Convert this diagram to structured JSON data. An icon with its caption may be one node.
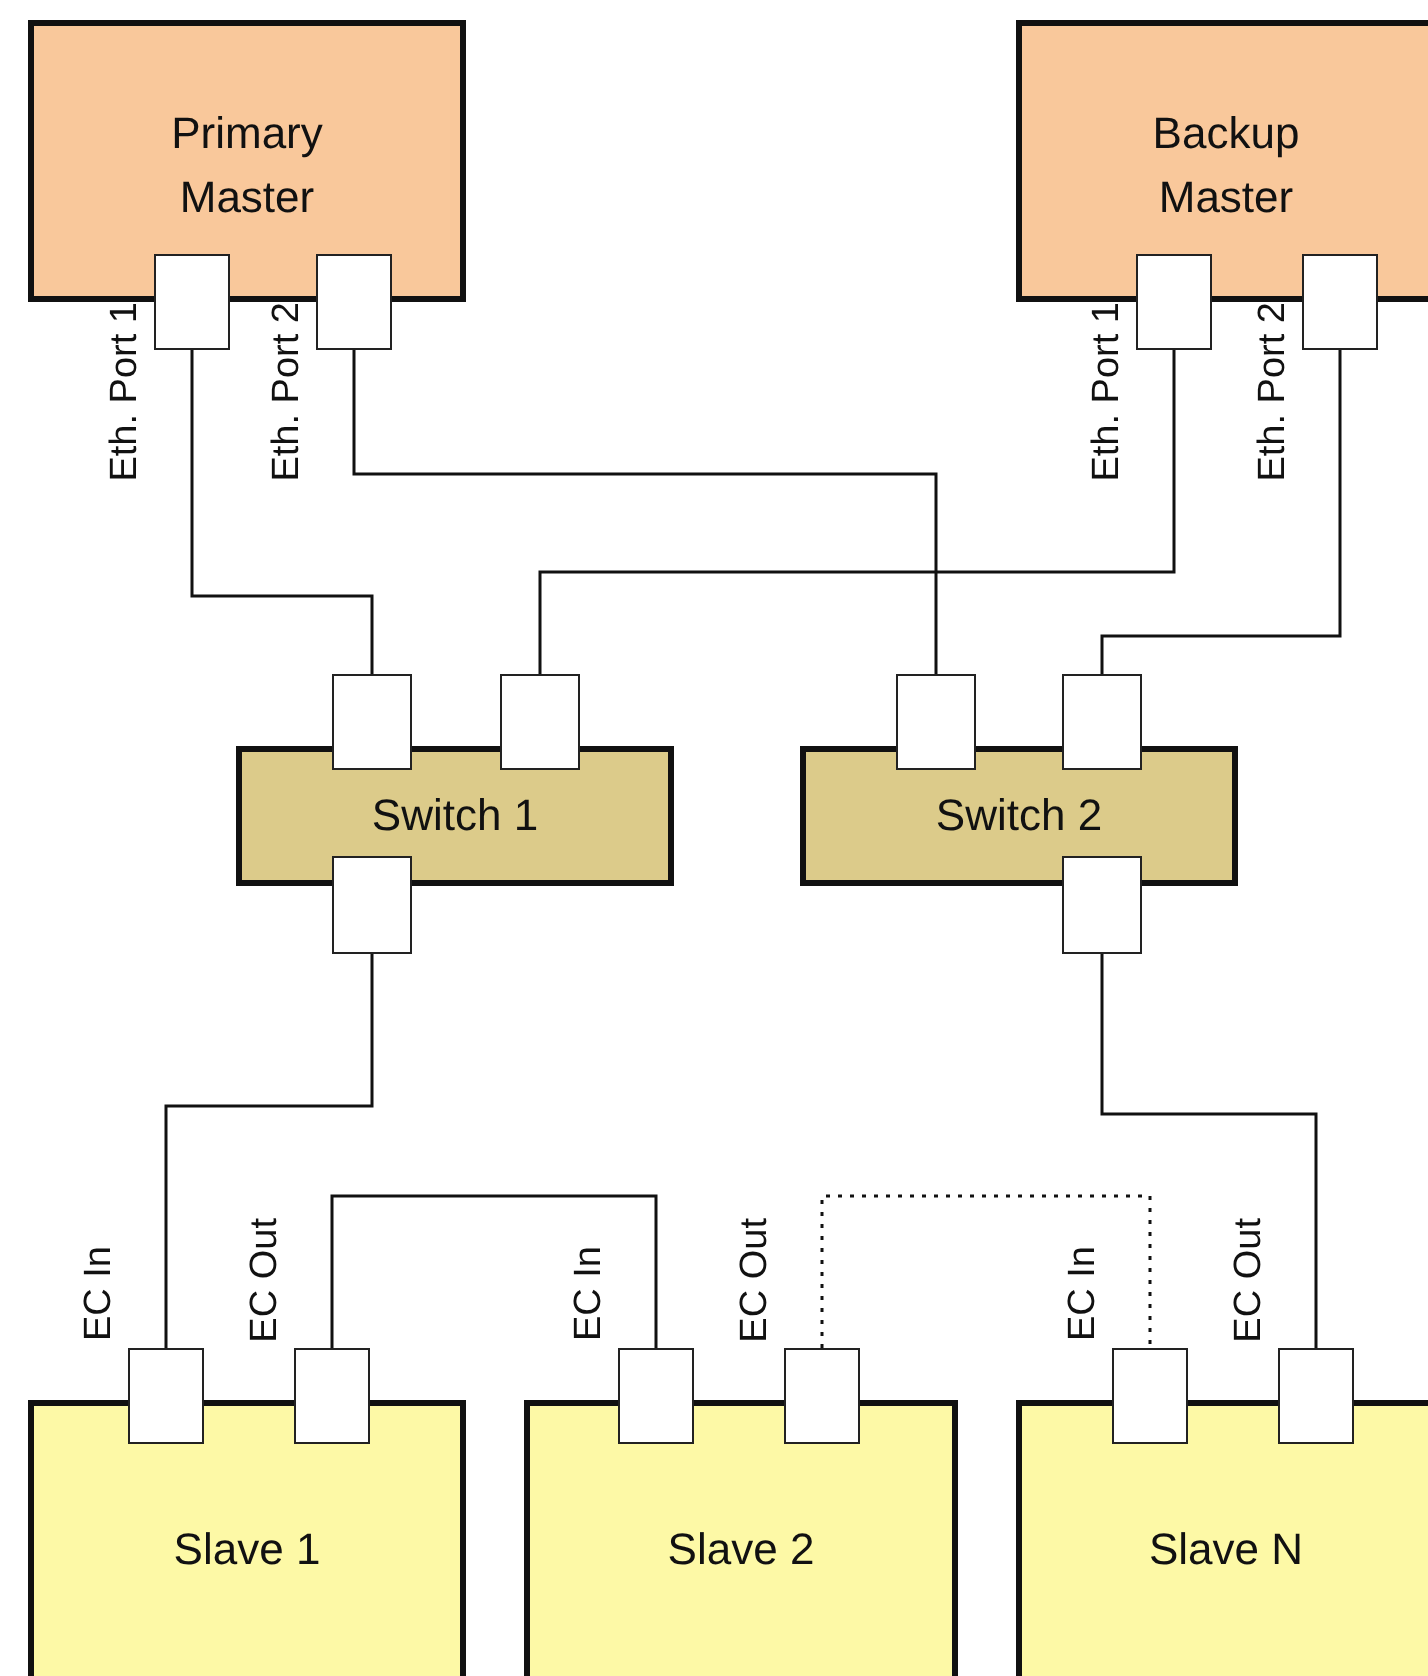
{
  "diagram": {
    "nodes": [
      {
        "text": [
          "Primary Master"
        ]
      },
      {
        "text": [],
        "shape": "box",
        "beside": [
          "Eth. Port 1"
        ]
      },
      {
        "text": [],
        "shape": "box",
        "beside": [
          "Eth. Port 2"
        ]
      },
      {
        "text": [
          "Backup Master"
        ]
      },
      {
        "text": [],
        "shape": "box",
        "beside": [
          "Eth. Port 1"
        ]
      },
      {
        "text": [],
        "shape": "box",
        "beside": [
          "Eth. Port 2"
        ]
      },
      {
        "text": [
          "Switch 1"
        ]
      },
      {
        "text": [],
        "shape": "box"
      },
      {
        "text": [],
        "shape": "box"
      },
      {
        "text": [],
        "shape": "box"
      },
      {
        "text": [
          "Switch 2"
        ]
      },
      {
        "text": [],
        "shape": "box"
      },
      {
        "text": [],
        "shape": "box"
      },
      {
        "text": [],
        "shape": "box"
      },
      {
        "text": [
          "Slave 1"
        ]
      },
      {
        "text": [],
        "shape": "box",
        "beside": [
          "EC In"
        ]
      },
      {
        "text": [],
        "shape": "box",
        "beside": [
          "EC Out"
        ]
      },
      {
        "text": [
          "Slave 2"
        ]
      },
      {
        "text": [],
        "shape": "box",
        "beside": [
          "EC In"
        ]
      },
      {
        "text": [],
        "shape": "box",
        "beside": [
          "EC Out"
        ]
      },
      {
        "text": [
          "Slave N"
        ]
      },
      {
        "text": [],
        "shape": "box",
        "beside": [
          "EC In"
        ]
      },
      {
        "text": [],
        "shape": "box",
        "beside": [
          "EC Out"
        ]
      }
    ],
    "edges": [
      {
        "from": 1,
        "to": 7,
        "arrow": "none"
      },
      {
        "from": 2,
        "to": 11,
        "arrow": "none"
      },
      {
        "from": 4,
        "to": 8,
        "arrow": "none"
      },
      {
        "from": 5,
        "to": 12,
        "arrow": "none"
      },
      {
        "from": 9,
        "to": 15,
        "arrow": "none"
      },
      {
        "from": 16,
        "to": 18,
        "arrow": "none"
      },
      {
        "from": 19,
        "to": 21,
        "arrow": "none",
        "style": "dashed"
      },
      {
        "from": 13,
        "to": 22,
        "arrow": "none"
      }
    ]
  }
}
